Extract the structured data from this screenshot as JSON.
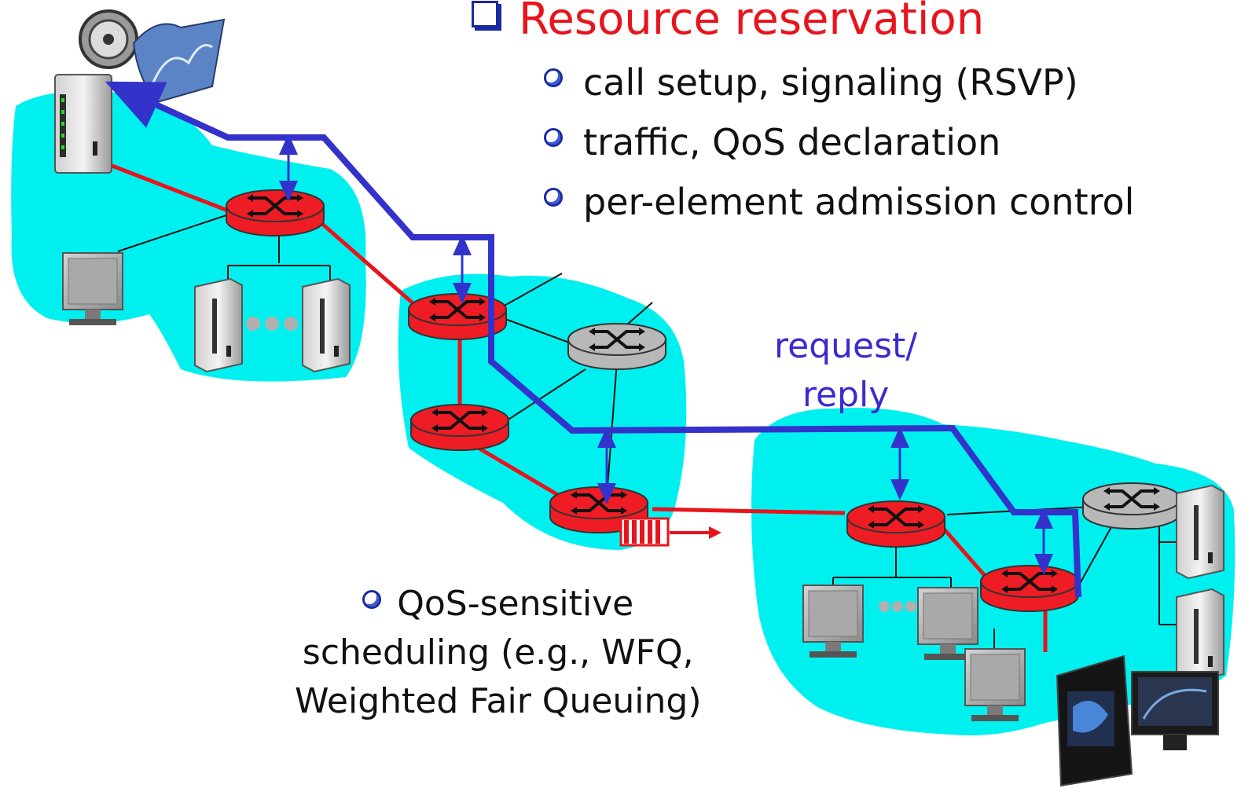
{
  "title": "Resource reservation",
  "bullets": [
    "call setup, signaling (RSVP)",
    "traffic, QoS declaration",
    "per-element admission control"
  ],
  "signal_label_line1": "request/",
  "signal_label_line2": "reply",
  "scheduling_note": {
    "line1": "QoS-sensitive",
    "line2": "scheduling (e.g., WFQ,",
    "line3": "Weighted Fair Queuing)"
  },
  "colors": {
    "network_cloud": "#00f0f0",
    "router_active": "#ee1c24",
    "router_idle": "#b8b8b8",
    "signaling_path": "#3333cc",
    "data_link": "#e8141c",
    "title_text": "#e8141c",
    "signal_text": "#3a2bd0"
  }
}
